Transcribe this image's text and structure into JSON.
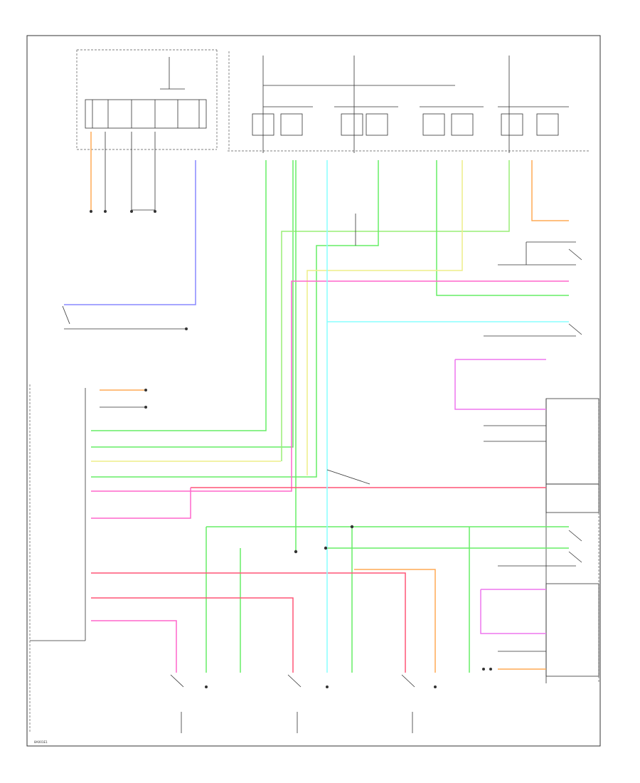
{
  "diagram": {
    "corner_code": "8A001E1"
  },
  "colors": {
    "background": "#ffffff",
    "frame": "#333333",
    "wire_green": "#66ee66",
    "wire_yellow": "#eeee88",
    "wire_pink": "#ff66cc",
    "wire_red": "#ff5577",
    "wire_cyan": "#88ffff",
    "wire_blue": "#8888ff",
    "wire_orange": "#ffaa55",
    "wire_magenta": "#ee77ee",
    "wire_lightgreen": "#99ee77"
  },
  "icons": {
    "switch": "switch-symbol",
    "connector": "connector-dot",
    "ground": "ground-symbol"
  }
}
